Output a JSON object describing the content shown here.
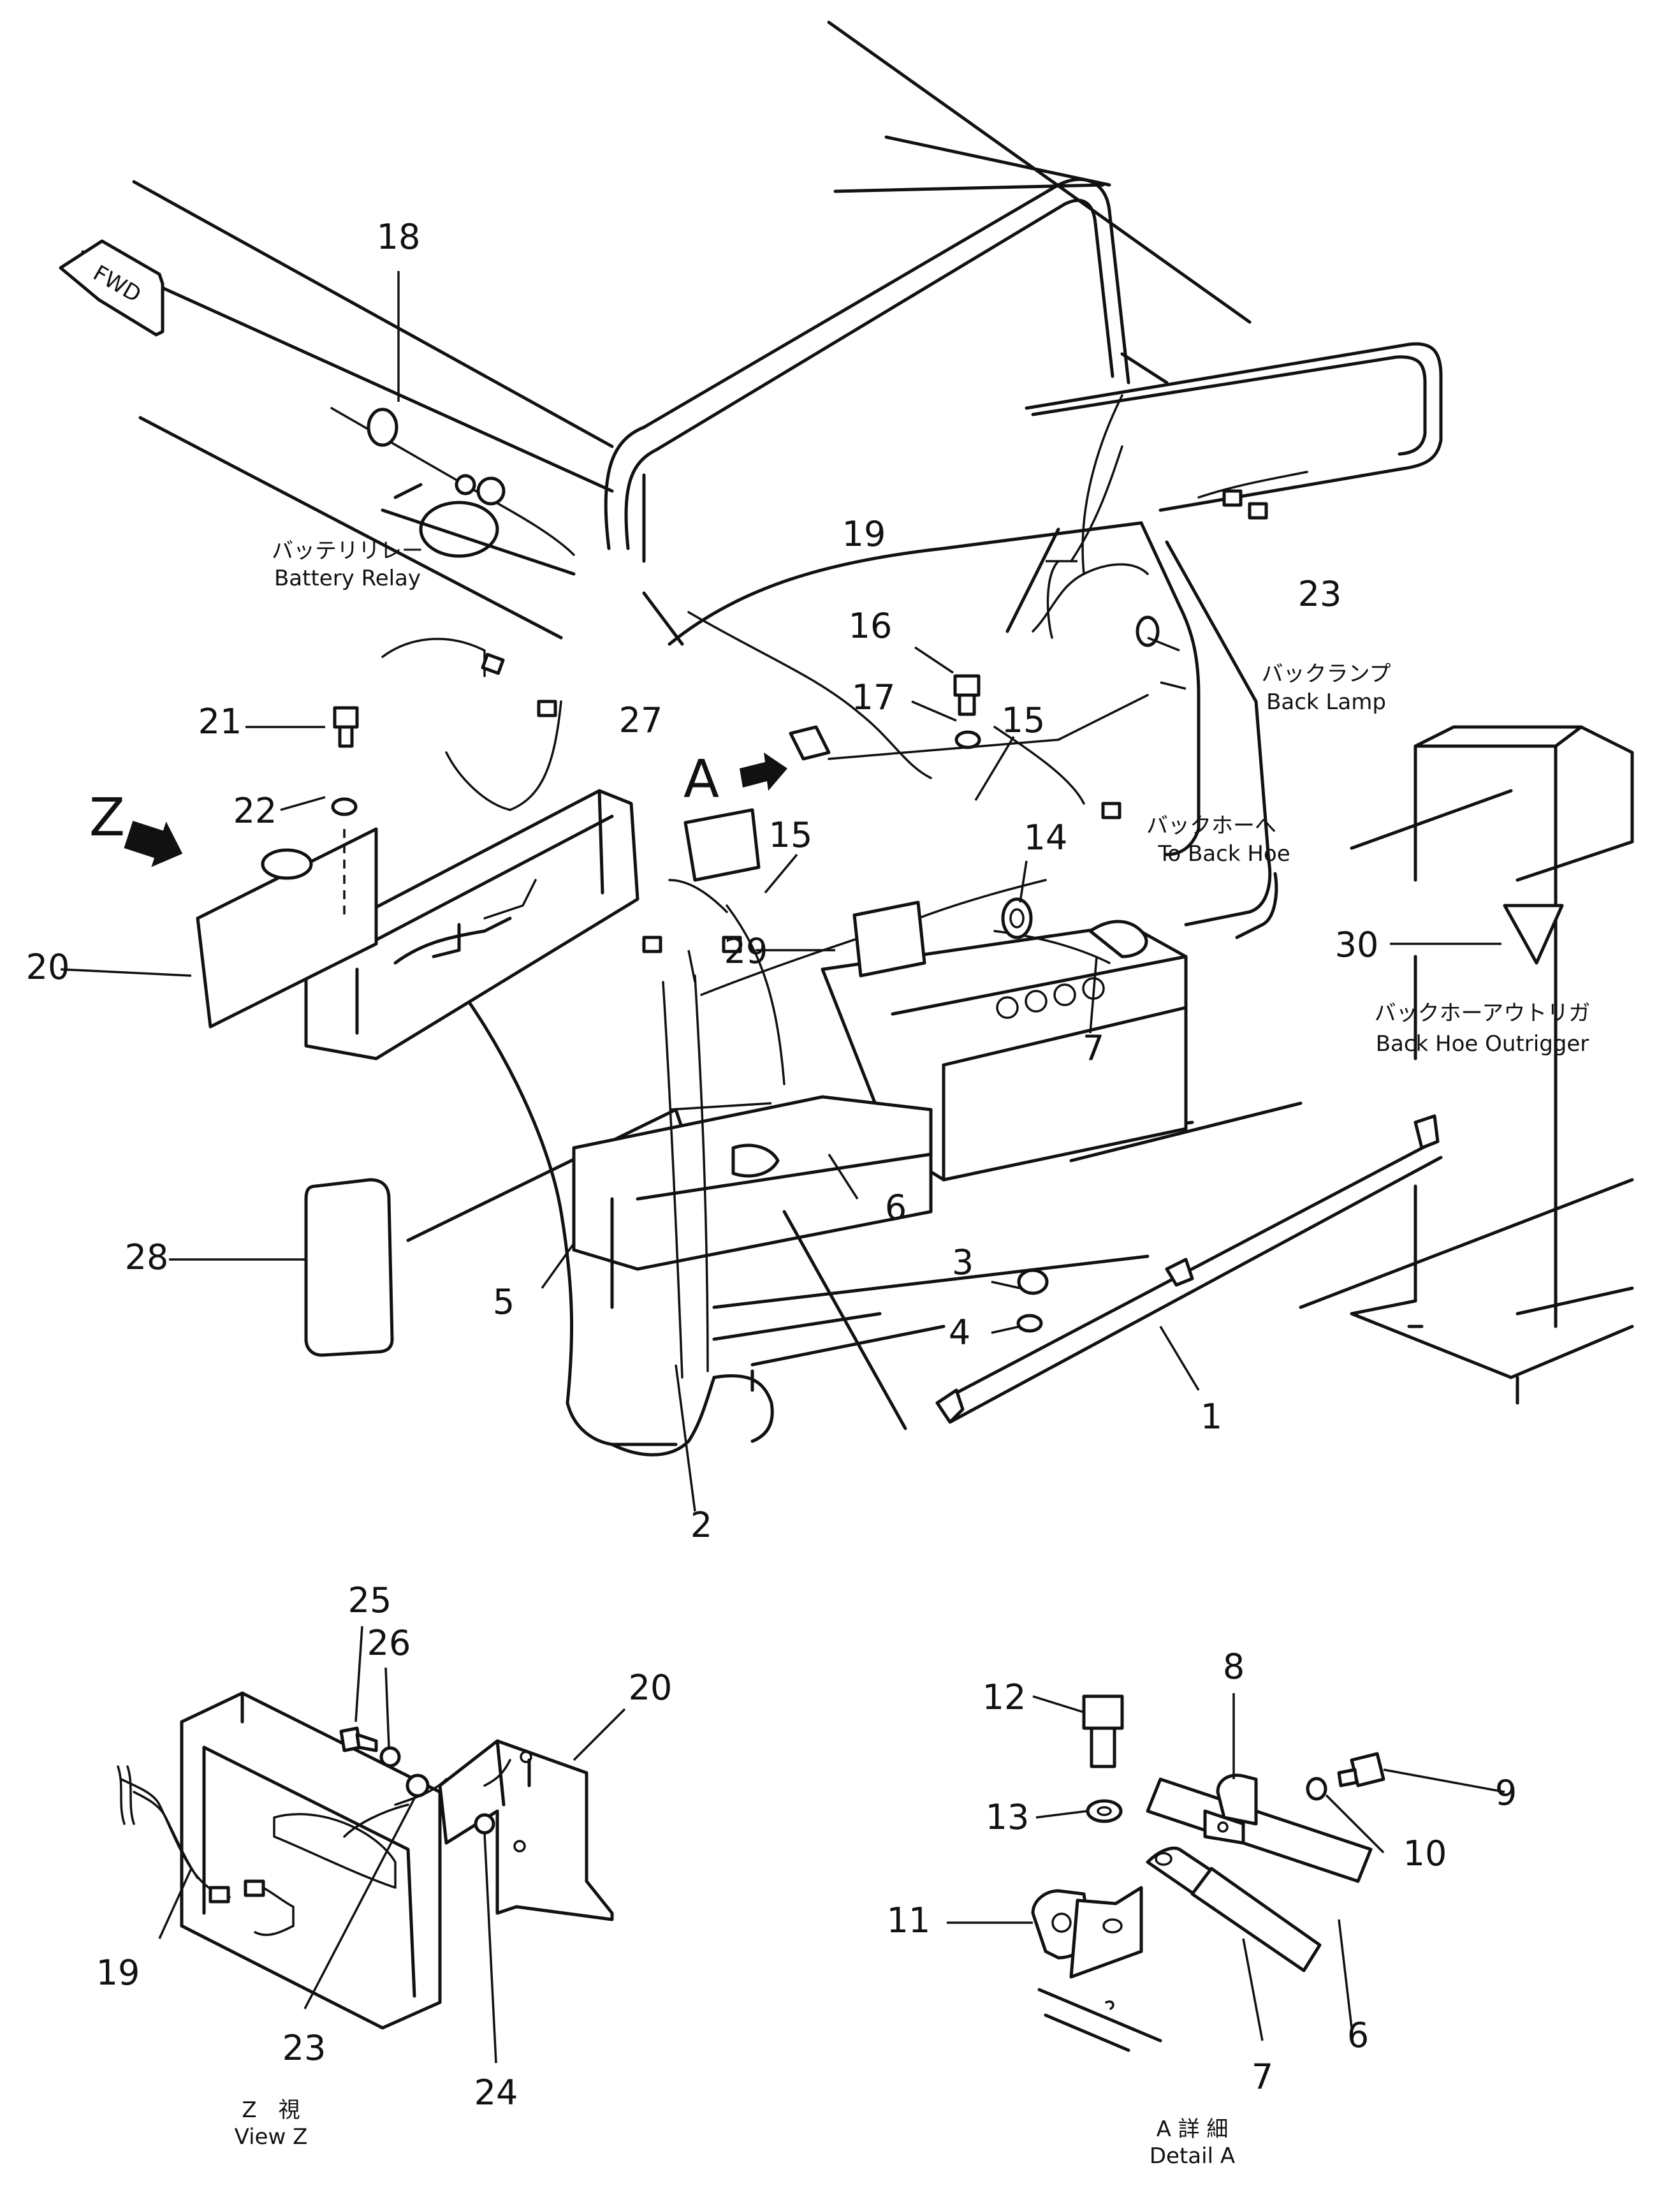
{
  "fwd_label": "FWD",
  "view_markers": {
    "z": "Z",
    "a": "A"
  },
  "callouts": {
    "battery_relay_jp": "バッテリリレー",
    "battery_relay_en": "Battery Relay",
    "back_lamp_jp": "バックランプ",
    "back_lamp_en": "Back Lamp",
    "to_back_hoe_jp": "バックホーへ",
    "to_back_hoe_en": "To Back Hoe",
    "outrigger_jp": "バックホーアウトリガ",
    "outrigger_en": "Back Hoe Outrigger"
  },
  "view_z_caption": {
    "jp": "Z　視",
    "en": "View Z"
  },
  "detail_a_caption": {
    "jp": "A 詳 細",
    "en": "Detail A"
  },
  "part_numbers": {
    "p1": "1",
    "p2": "2",
    "p3": "3",
    "p4": "4",
    "p5": "5",
    "p6": "6",
    "p7": "7",
    "p14": "14",
    "p15a": "15",
    "p15b": "15",
    "p16": "16",
    "p17": "17",
    "p18": "18",
    "p19": "19",
    "p20": "20",
    "p21": "21",
    "p22": "22",
    "p23": "23",
    "p27": "27",
    "p28": "28",
    "p29": "29",
    "p30": "30"
  },
  "view_z_numbers": {
    "p19": "19",
    "p20": "20",
    "p23": "23",
    "p24": "24",
    "p25": "25",
    "p26": "26"
  },
  "detail_a_numbers": {
    "p6": "6",
    "p7": "7",
    "p8": "8",
    "p9": "9",
    "p10": "10",
    "p11": "11",
    "p12": "12",
    "p13": "13"
  }
}
